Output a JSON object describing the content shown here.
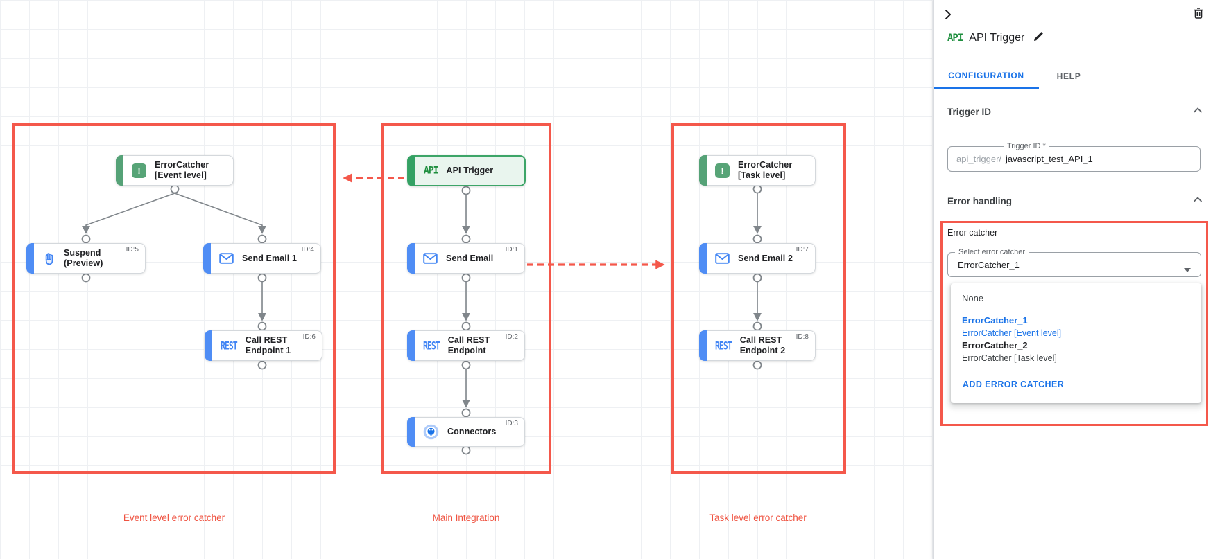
{
  "canvas": {
    "groups": {
      "event": {
        "label": "Event level error catcher"
      },
      "main": {
        "label": "Main Integration"
      },
      "task": {
        "label": "Task level error catcher"
      }
    },
    "nodes": {
      "ec_event": {
        "title": "ErrorCatcher\n[Event level]"
      },
      "suspend": {
        "title": "Suspend\n(Preview)",
        "id": "ID:5"
      },
      "send_email_1": {
        "title": "Send Email 1",
        "id": "ID:4"
      },
      "call_rest_1": {
        "title": "Call REST\nEndpoint 1",
        "id": "ID:6"
      },
      "api_trigger": {
        "title": "API Trigger"
      },
      "send_email": {
        "title": "Send Email",
        "id": "ID:1"
      },
      "call_rest": {
        "title": "Call REST\nEndpoint",
        "id": "ID:2"
      },
      "connectors": {
        "title": "Connectors",
        "id": "ID:3"
      },
      "ec_task": {
        "title": "ErrorCatcher\n[Task level]"
      },
      "send_email_2": {
        "title": "Send Email 2",
        "id": "ID:7"
      },
      "call_rest_2": {
        "title": "Call REST\nEndpoint 2",
        "id": "ID:8"
      }
    },
    "icon_text": {
      "api": "API",
      "rest": "REST",
      "error": "!"
    }
  },
  "panel": {
    "title": "API Trigger",
    "tabs": {
      "configuration": "CONFIGURATION",
      "help": "HELP"
    },
    "trigger_id": {
      "section_title": "Trigger ID",
      "field_label": "Trigger ID *",
      "prefix": "api_trigger/",
      "value": "javascript_test_API_1"
    },
    "error_handling": {
      "section_title": "Error handling",
      "group_label": "Error catcher",
      "select_label": "Select error catcher",
      "select_value": "ErrorCatcher_1",
      "menu": {
        "none": "None",
        "items": [
          {
            "name": "ErrorCatcher_1",
            "desc": "ErrorCatcher [Event level]"
          },
          {
            "name": "ErrorCatcher_2",
            "desc": "ErrorCatcher [Task level]"
          }
        ],
        "add_button": "ADD ERROR CATCHER"
      }
    }
  },
  "colors": {
    "highlight_red": "#f4584b",
    "task_blue": "#4f8df5",
    "trigger_green": "#34a164",
    "link_blue": "#1a73e8",
    "error_dot": "#df1505"
  }
}
